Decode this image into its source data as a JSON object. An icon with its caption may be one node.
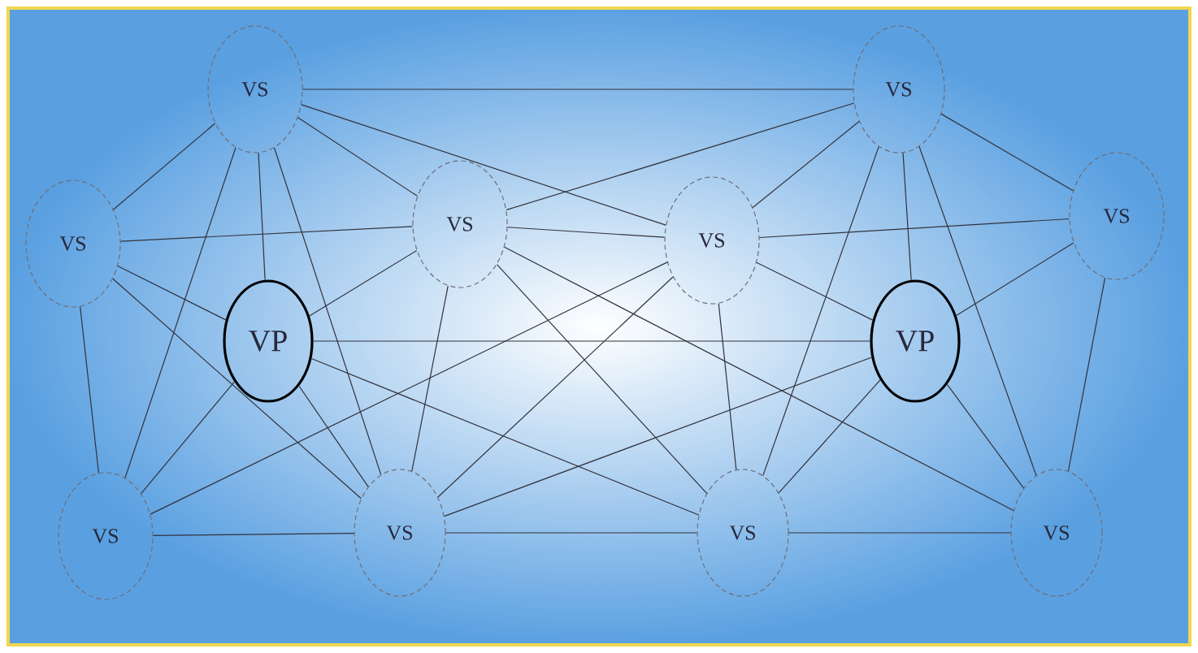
{
  "diagram": {
    "nodes": [
      {
        "text": [
          "VS"
        ]
      },
      {
        "text": [
          "VS"
        ]
      },
      {
        "text": [
          "VS"
        ]
      },
      {
        "text": [
          "VS"
        ]
      },
      {
        "text": [
          "VS"
        ]
      },
      {
        "text": [
          "VS"
        ]
      },
      {
        "text": [
          "VP"
        ]
      },
      {
        "text": [
          "VP"
        ]
      },
      {
        "text": [
          "VS"
        ]
      },
      {
        "text": [
          "VS"
        ]
      },
      {
        "text": [
          "VS"
        ]
      },
      {
        "text": [
          "VS"
        ]
      }
    ],
    "edges": [
      {
        "from": 0,
        "to": 1,
        "arrow": "none"
      },
      {
        "from": 0,
        "to": 2,
        "arrow": "none"
      },
      {
        "from": 0,
        "to": 3,
        "arrow": "none"
      },
      {
        "from": 0,
        "to": 4,
        "arrow": "none"
      },
      {
        "from": 0,
        "to": 6,
        "arrow": "none"
      },
      {
        "from": 0,
        "to": 8,
        "arrow": "none"
      },
      {
        "from": 0,
        "to": 9,
        "arrow": "none"
      },
      {
        "from": 1,
        "to": 3,
        "arrow": "none"
      },
      {
        "from": 1,
        "to": 4,
        "arrow": "none"
      },
      {
        "from": 1,
        "to": 5,
        "arrow": "none"
      },
      {
        "from": 1,
        "to": 7,
        "arrow": "none"
      },
      {
        "from": 1,
        "to": 10,
        "arrow": "none"
      },
      {
        "from": 1,
        "to": 11,
        "arrow": "none"
      },
      {
        "from": 2,
        "to": 3,
        "arrow": "none"
      },
      {
        "from": 2,
        "to": 6,
        "arrow": "none"
      },
      {
        "from": 2,
        "to": 8,
        "arrow": "none"
      },
      {
        "from": 2,
        "to": 9,
        "arrow": "none"
      },
      {
        "from": 3,
        "to": 4,
        "arrow": "none"
      },
      {
        "from": 3,
        "to": 6,
        "arrow": "none"
      },
      {
        "from": 3,
        "to": 9,
        "arrow": "none"
      },
      {
        "from": 3,
        "to": 10,
        "arrow": "none"
      },
      {
        "from": 3,
        "to": 11,
        "arrow": "none"
      },
      {
        "from": 4,
        "to": 5,
        "arrow": "none"
      },
      {
        "from": 4,
        "to": 7,
        "arrow": "none"
      },
      {
        "from": 4,
        "to": 8,
        "arrow": "none"
      },
      {
        "from": 4,
        "to": 9,
        "arrow": "none"
      },
      {
        "from": 4,
        "to": 10,
        "arrow": "none"
      },
      {
        "from": 5,
        "to": 7,
        "arrow": "none"
      },
      {
        "from": 5,
        "to": 11,
        "arrow": "none"
      },
      {
        "from": 6,
        "to": 7,
        "arrow": "none"
      },
      {
        "from": 6,
        "to": 9,
        "arrow": "none"
      },
      {
        "from": 6,
        "to": 8,
        "arrow": "none"
      },
      {
        "from": 6,
        "to": 10,
        "arrow": "none"
      },
      {
        "from": 7,
        "to": 9,
        "arrow": "none"
      },
      {
        "from": 7,
        "to": 10,
        "arrow": "none"
      },
      {
        "from": 7,
        "to": 11,
        "arrow": "none"
      },
      {
        "from": 8,
        "to": 9,
        "arrow": "none"
      },
      {
        "from": 9,
        "to": 10,
        "arrow": "none"
      },
      {
        "from": 10,
        "to": 11,
        "arrow": "none"
      }
    ]
  }
}
